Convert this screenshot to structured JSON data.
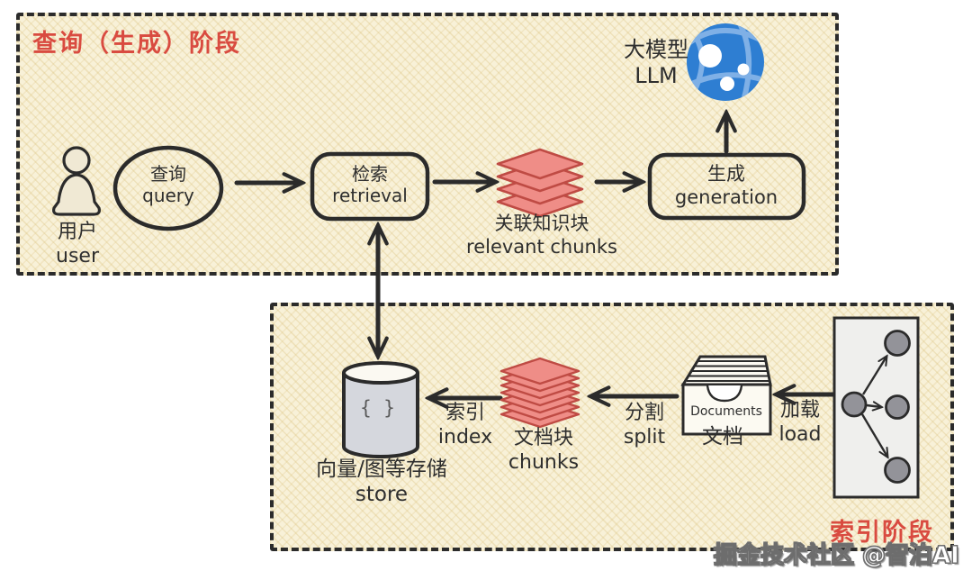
{
  "diagram_title_implicit": "RAG pipeline diagram",
  "phases": {
    "query": {
      "title": "查询（生成）阶段"
    },
    "index": {
      "title": "索引阶段"
    }
  },
  "nodes": {
    "user": {
      "zh": "用户",
      "en": "user"
    },
    "query": {
      "zh": "查询",
      "en": "query"
    },
    "retrieval": {
      "zh": "检索",
      "en": "retrieval"
    },
    "relevant_chunks": {
      "zh": "关联知识块",
      "en": "relevant chunks"
    },
    "generation": {
      "zh": "生成",
      "en": "generation"
    },
    "llm": {
      "zh": "大模型",
      "en": "LLM"
    },
    "store": {
      "symbol": "{ }",
      "zh": "向量/图等存储",
      "en": "store"
    },
    "doc_chunks": {
      "zh": "文档块",
      "en": "chunks"
    },
    "documents": {
      "box_label": "Documents",
      "zh": "文档"
    }
  },
  "edges": {
    "index": {
      "zh": "索引",
      "en": "index"
    },
    "split": {
      "zh": "分割",
      "en": "split"
    },
    "load": {
      "zh": "加载",
      "en": "load"
    }
  },
  "watermark": "掘金技术社区 @智泊AI",
  "colors": {
    "phase_background": "#f8f1d8",
    "phase_title_red": "#d94b40",
    "stroke_dark": "#2b2b2b",
    "chunk_fill": "#ef8d87",
    "chunk_stroke": "#bf4b44",
    "llm_sphere_blue": "#2e7ed2",
    "cylinder_gray": "#d5d7dd",
    "graph_node_gray": "#939399"
  }
}
